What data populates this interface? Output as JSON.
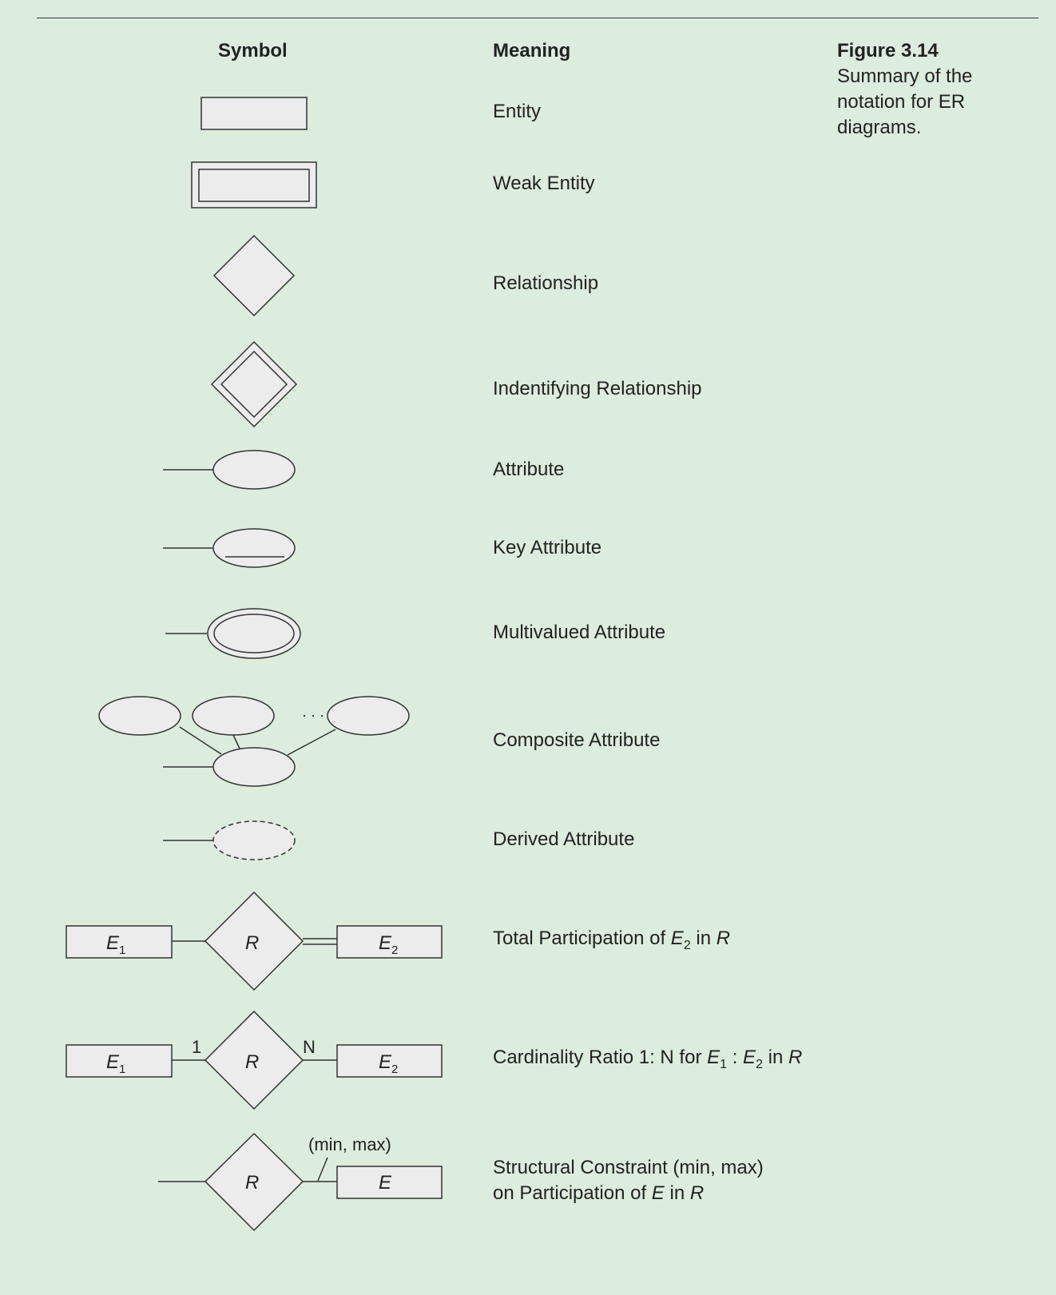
{
  "headers": {
    "symbol": "Symbol",
    "meaning": "Meaning"
  },
  "caption": {
    "number": "Figure 3.14",
    "text": "Summary of the notation for ER diagrams."
  },
  "rows": [
    {
      "meaning": "Entity"
    },
    {
      "meaning": "Weak Entity"
    },
    {
      "meaning": "Relationship"
    },
    {
      "meaning": "Indentifying Relationship"
    },
    {
      "meaning": "Attribute"
    },
    {
      "meaning": "Key Attribute"
    },
    {
      "meaning": "Multivalued Attribute"
    },
    {
      "meaning": "Composite Attribute"
    },
    {
      "meaning": "Derived Attribute"
    },
    {
      "meaning_parts": [
        "Total Participation of ",
        "E",
        "2",
        " in ",
        "R"
      ]
    },
    {
      "meaning_parts": [
        "Cardinality Ratio 1: N for ",
        "E",
        "1",
        " : ",
        "E",
        "2",
        " in ",
        "R"
      ]
    },
    {
      "meaning_line1": "Structural Constraint (min, max)",
      "meaning_line2_parts": [
        "on Participation of ",
        "E",
        " in ",
        "R"
      ]
    }
  ],
  "symbol_labels": {
    "E1": "E",
    "sub1": "1",
    "E2": "E",
    "sub2": "2",
    "R": "R",
    "E": "E",
    "one": "1",
    "N": "N",
    "minmax": "(min, max)",
    "ellipsis": "· · ·"
  },
  "colors": {
    "background": "#dcecdd",
    "shape_fill": "#ececec",
    "stroke": "#333333"
  }
}
